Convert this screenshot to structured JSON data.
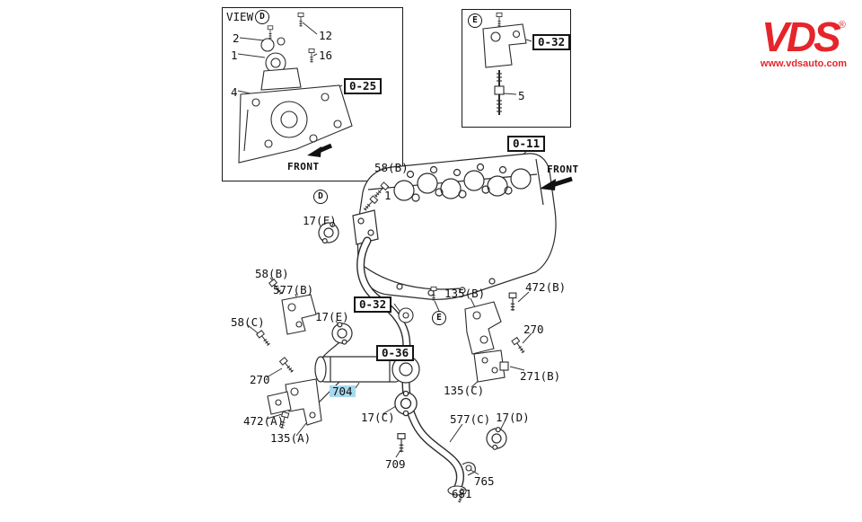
{
  "logo": {
    "text": "VDS",
    "reg": "®",
    "site": "www.vdsauto.com",
    "color": "#e5252b"
  },
  "inset_view_d": {
    "title": "VIEW",
    "letter": "D",
    "ref_label": "0-25",
    "front_label": "FRONT",
    "parts": {
      "p2": "2",
      "p1": "1",
      "p4": "4",
      "p12": "12",
      "p16": "16"
    }
  },
  "inset_e": {
    "letter": "E",
    "ref_label": "0-32",
    "parts": {
      "p5": "5"
    }
  },
  "main": {
    "ref_top": "0-11",
    "front_label": "FRONT",
    "ref_mid": "0-32",
    "ref_low": "0-36",
    "letter_d": "D",
    "letter_e": "E",
    "highlighted_part": "704",
    "highlight_color": "#a7d9ed",
    "parts": {
      "p58b_top": "58(B)",
      "p1": "1",
      "p17f": "17(F)",
      "p58b_left": "58(B)",
      "p577b": "577(B)",
      "p17e": "17(E)",
      "p58c": "58(C)",
      "p135b": "135(B)",
      "p472b": "472(B)",
      "p270_right": "270",
      "p271b": "271(B)",
      "p135c": "135(C)",
      "p270_left": "270",
      "p472a": "472(A)",
      "p135a": "135(A)",
      "p704": "704",
      "p17c": "17(C)",
      "p709": "709",
      "p577c": "577(C)",
      "p17d": "17(D)",
      "p765": "765",
      "p681": "681"
    }
  }
}
